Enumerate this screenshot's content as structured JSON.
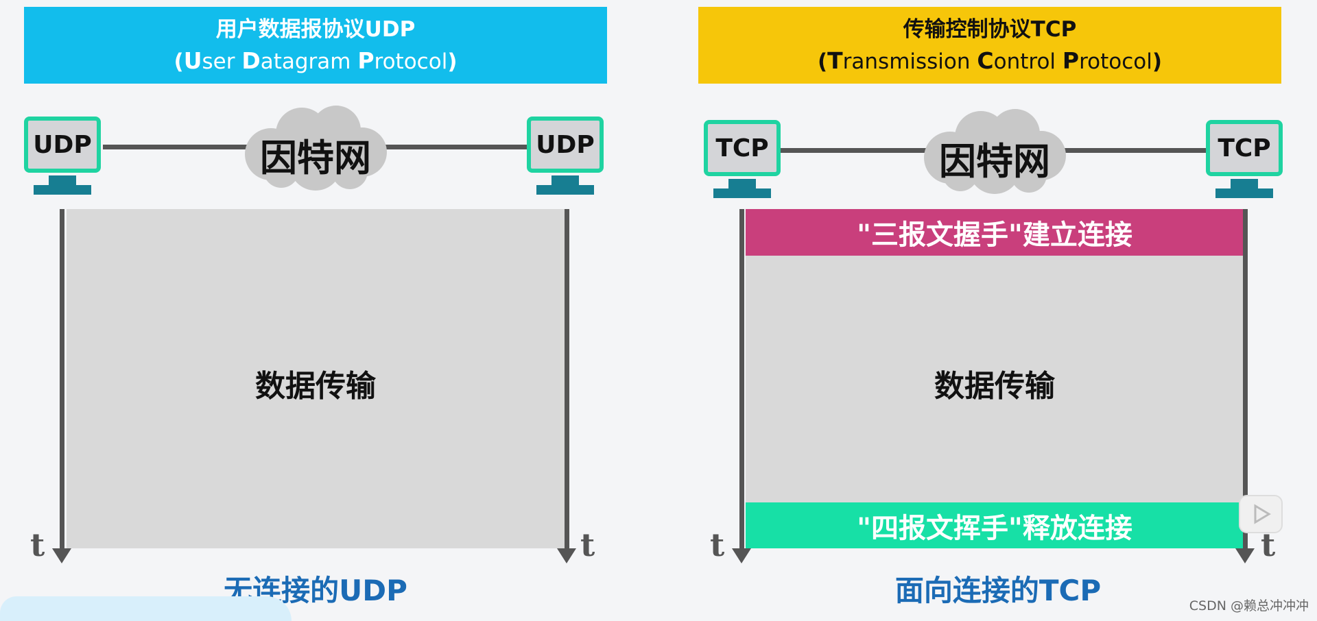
{
  "udp": {
    "banner_line1": "用户数据报协议UDP",
    "banner_line2_open": "(",
    "banner_word1_cap": "U",
    "banner_word1_rest": "ser ",
    "banner_word2_cap": "D",
    "banner_word2_rest": "atagram ",
    "banner_word3_cap": "P",
    "banner_word3_rest": "rotocol",
    "banner_line2_close": ")",
    "left_host": "UDP",
    "right_host": "UDP",
    "cloud": "因特网",
    "area": "数据传输",
    "axis_left": "t",
    "axis_right": "t",
    "caption": "无连接的UDP"
  },
  "tcp": {
    "banner_line1": "传输控制协议TCP",
    "banner_line2_open": "(",
    "banner_word1_cap": "T",
    "banner_word1_rest": "ransmission ",
    "banner_word2_cap": "C",
    "banner_word2_rest": "ontrol ",
    "banner_word3_cap": "P",
    "banner_word3_rest": "rotocol",
    "banner_line2_close": ")",
    "left_host": "TCP",
    "right_host": "TCP",
    "cloud": "因特网",
    "handshake": "\"三报文握手\"建立连接",
    "area": "数据传输",
    "wave": "\"四报文挥手\"释放连接",
    "axis_left": "t",
    "axis_right": "t",
    "caption": "面向连接的TCP"
  },
  "watermark": "CSDN @赖总冲冲冲",
  "colors": {
    "udp_banner": "#12bdec",
    "tcp_banner": "#f6c60a",
    "monitor_border": "#1fd3a1",
    "monitor_stand": "#177e92",
    "handshake": "#c93f7c",
    "wave": "#17e0a6",
    "caption": "#1b6bb5"
  },
  "icons": [
    "computer-icon",
    "cloud-icon",
    "play-icon"
  ]
}
